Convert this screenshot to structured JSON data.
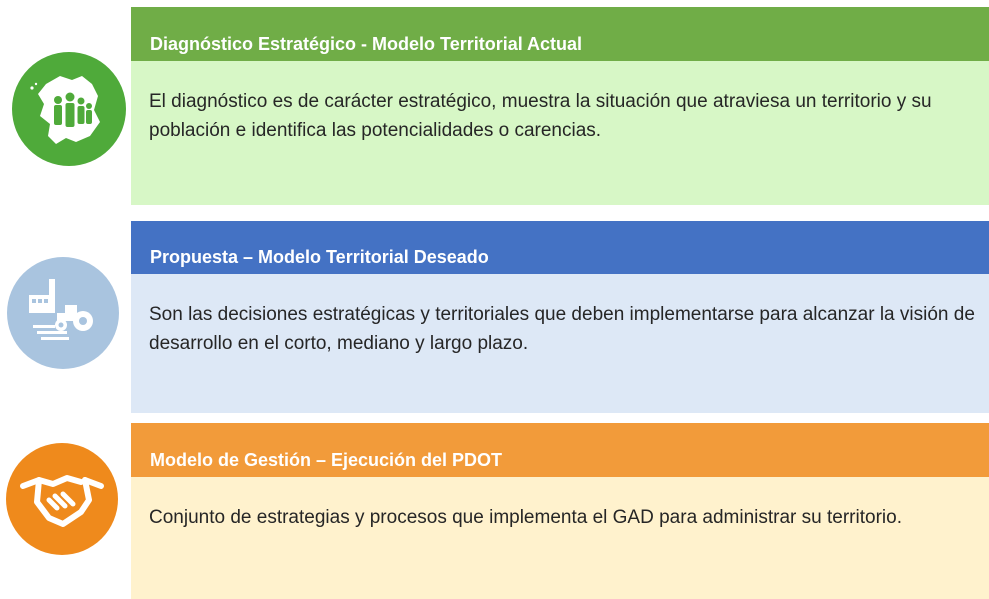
{
  "sections": [
    {
      "header": "Diagnóstico Estratégico - Modelo Territorial Actual",
      "text": "El diagnóstico es de carácter estratégico, muestra la situación que atraviesa un territorio y su población e identifica las potencialidades o carencias.",
      "icon": "ecuador-map-people-icon",
      "header_color": "#70ad47",
      "body_color": "#d7f7c6",
      "circle_color": "#4faa3a"
    },
    {
      "header": "Propuesta – Modelo Territorial Deseado",
      "text": "Son las decisiones estratégicas y territoriales que deben implementarse para alcanzar la visión de desarrollo en el corto, mediano y largo plazo.",
      "icon": "factory-tractor-icon",
      "header_color": "#4472c4",
      "body_color": "#dde8f6",
      "circle_color": "#a9c4df"
    },
    {
      "header": "Modelo de Gestión – Ejecución del PDOT",
      "text": "Conjunto de estrategias y procesos que implementa el GAD para administrar su territorio.",
      "icon": "handshake-icon",
      "header_color": "#f29b3a",
      "body_color": "#fff2cd",
      "circle_color": "#ef8a1c"
    }
  ]
}
